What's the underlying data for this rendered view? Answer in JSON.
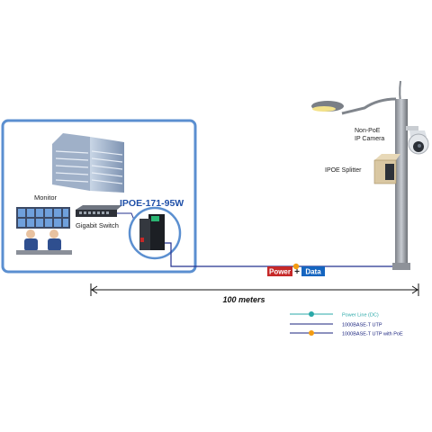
{
  "labels": {
    "monitor": "Monitor",
    "switch": "Gigabit Switch",
    "product": "IPOE-171-95W",
    "camera_line1": "Non-PoE",
    "camera_line2": "IP Camera",
    "splitter": "IPOE Splitter",
    "distance": "100 meters"
  },
  "badges": {
    "power": "Power",
    "plus": "+",
    "data": "Data"
  },
  "legend": [
    {
      "label": "Power Line (DC)",
      "color": "#2aa8a8"
    },
    {
      "label": "1000BASE-T UTP",
      "color": "#1a237e"
    },
    {
      "label": "1000BASE-T UTP with PoE",
      "color": "#f39c12"
    }
  ],
  "colors": {
    "panel_border": "#5b8fd0",
    "product_text": "#1f4fa8",
    "power_badge": "#c62828",
    "data_badge": "#1565c0",
    "cable": "#23308f"
  }
}
